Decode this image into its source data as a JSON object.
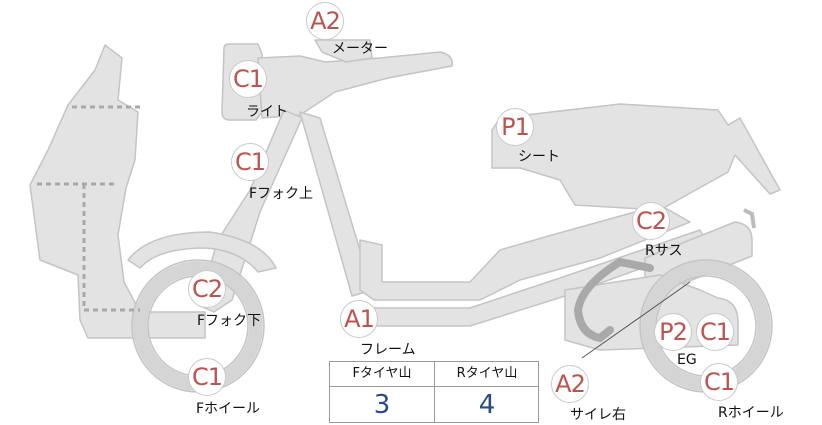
{
  "parts": {
    "meter": {
      "code": "A2",
      "label": "メーター"
    },
    "light": {
      "code": "C1",
      "label": "ライト"
    },
    "fork_upper": {
      "code": "C1",
      "label": "Fフォク上"
    },
    "fork_lower": {
      "code": "C2",
      "label": "Fフォク下"
    },
    "front_wheel": {
      "code": "C1",
      "label": "Fホイール"
    },
    "frame": {
      "code": "A1",
      "label": "フレーム"
    },
    "seat": {
      "code": "P1",
      "label": "シート"
    },
    "rear_suspension": {
      "code": "C2",
      "label": "Rサス"
    },
    "engine": {
      "code_a": "P2",
      "code_b": "C1",
      "label": "EG"
    },
    "rear_wheel": {
      "code": "C1",
      "label": "Rホイール"
    },
    "muffler_right": {
      "code": "A2",
      "label": "サイレ右"
    }
  },
  "tire_tread": {
    "front_header": "Fタイヤ山",
    "rear_header": "Rタイヤ山",
    "front_value": "3",
    "rear_value": "4"
  },
  "colors": {
    "badge_text": "#c0524e",
    "tread_value": "#2c4a8a",
    "part_fill": "#e3e3e3",
    "part_stroke": "#c4c4c4"
  }
}
